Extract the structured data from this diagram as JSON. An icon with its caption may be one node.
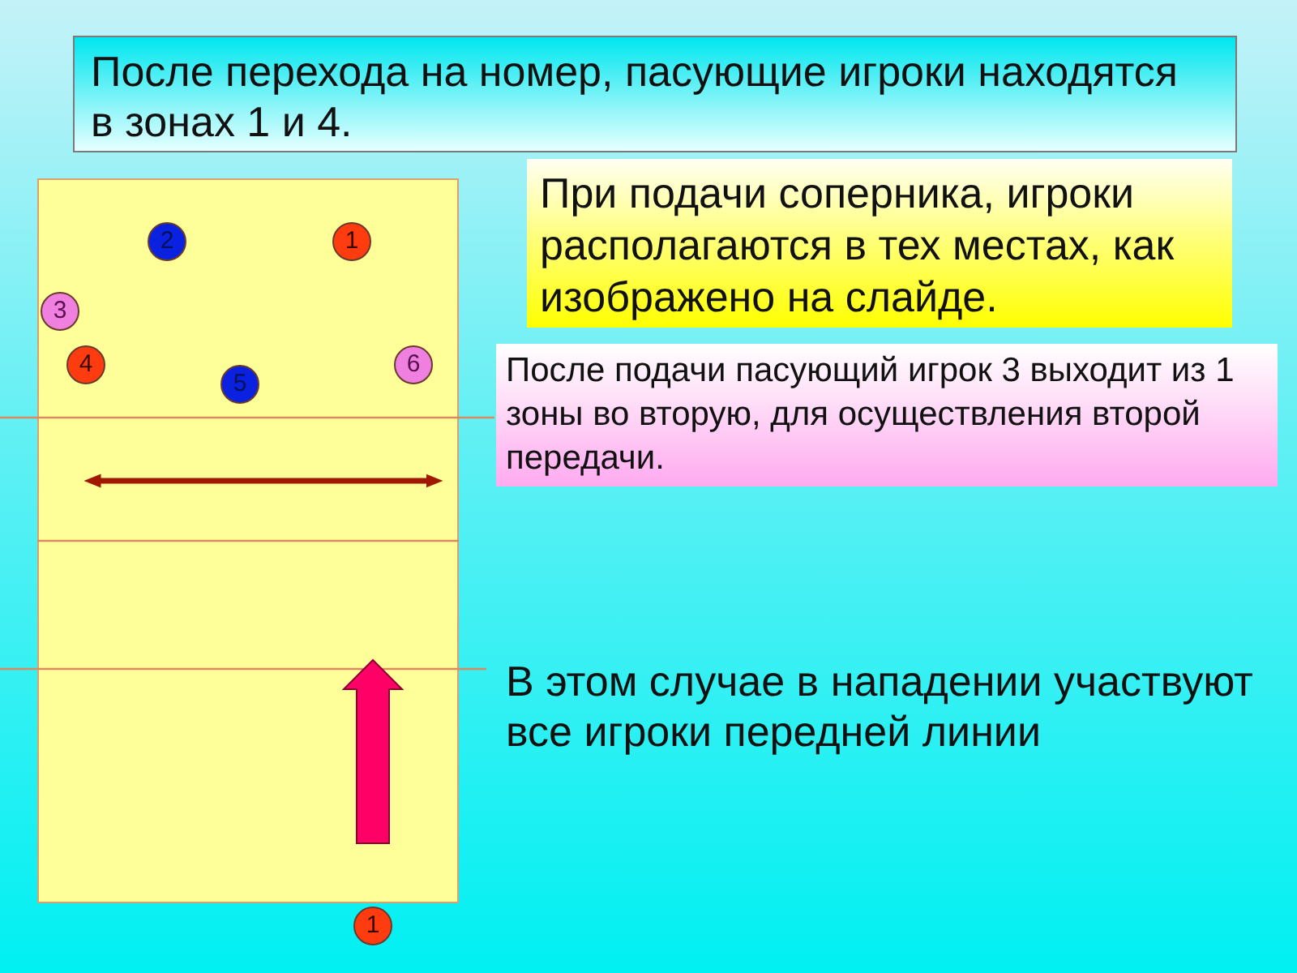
{
  "diagram": {
    "nodes": [
      {
        "text": [
          "После перехода на номер, пасующие игроки находятся в зонах 1 и 4."
        ]
      },
      {
        "text": [],
        "shape": "box"
      },
      {
        "text": [
          "2"
        ],
        "in": 1
      },
      {
        "text": [
          "1"
        ],
        "in": 1
      },
      {
        "text": [
          "3"
        ],
        "in": 1
      },
      {
        "text": [
          "4"
        ],
        "in": 1
      },
      {
        "text": [
          "6"
        ],
        "in": 1
      },
      {
        "text": [
          "5"
        ],
        "in": 1
      },
      {
        "text": [
          "При подачи соперника, игроки располагаются в тех местах, как изображено на слайде."
        ]
      },
      {
        "text": [
          "После подачи пасующий игрок 3 выходит из 1 зоны во вторую, для осуществления второй передачи."
        ]
      },
      {
        "text": [
          "1"
        ]
      }
    ],
    "labels": [
      "В этом случае в нападении участвуют все игроки передней линии"
    ]
  }
}
